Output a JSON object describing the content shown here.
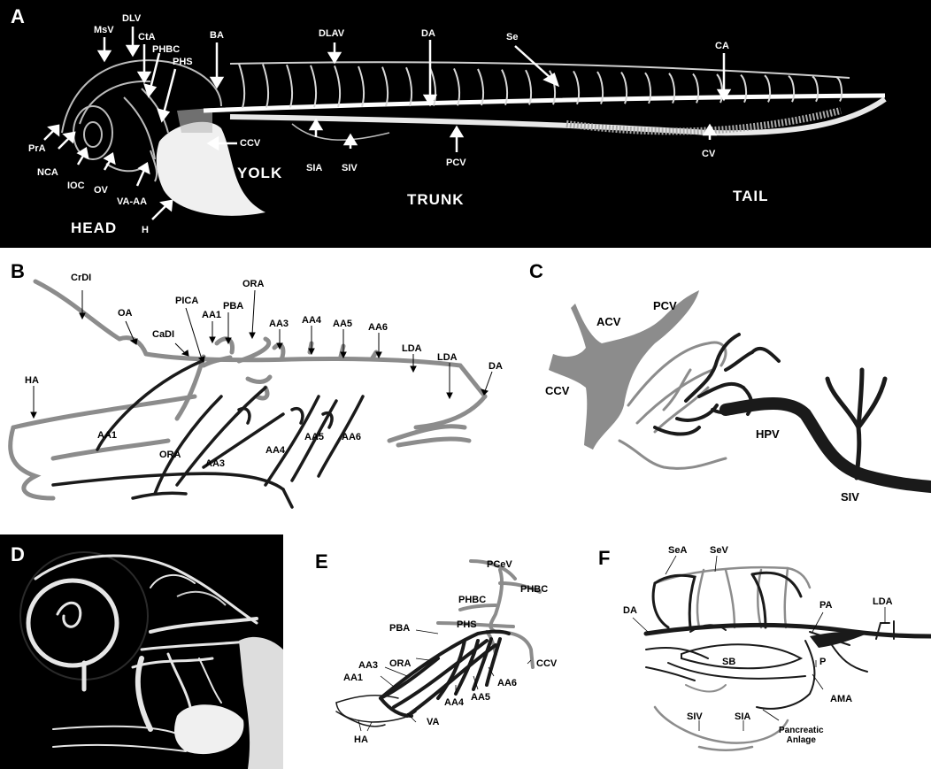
{
  "panels": {
    "a": {
      "letter": "A",
      "labels": [
        "MsV",
        "DLV",
        "CtA",
        "PHBC",
        "PHS",
        "BA",
        "DLAV",
        "DA",
        "Se",
        "CA",
        "PrA",
        "NCA",
        "IOC",
        "OV",
        "VA-AA",
        "H",
        "CCV",
        "SIA",
        "SIV",
        "PCV",
        "CV"
      ],
      "regions": [
        "YOLK",
        "HEAD",
        "TRUNK",
        "TAIL"
      ]
    },
    "b": {
      "letter": "B",
      "labels": [
        "CrDI",
        "OA",
        "CaDI",
        "PICA",
        "PBA",
        "ORA",
        "AA1",
        "AA3",
        "AA4",
        "AA5",
        "AA6",
        "LDA",
        "LDA",
        "DA",
        "HA",
        "AA1",
        "ORA",
        "AA3",
        "AA4",
        "AA5",
        "AA6"
      ]
    },
    "c": {
      "letter": "C",
      "labels": [
        "ACV",
        "PCV",
        "CCV",
        "HPV",
        "SIV"
      ]
    },
    "d": {
      "letter": "D"
    },
    "e": {
      "letter": "E",
      "labels": [
        "PCeV",
        "PHBC",
        "PHBC",
        "PHS",
        "PBA",
        "ORA",
        "AA3",
        "AA1",
        "CCV",
        "AA6",
        "AA5",
        "AA4",
        "VA",
        "HA"
      ]
    },
    "f": {
      "letter": "F",
      "labels": [
        "SeA",
        "SeV",
        "DA",
        "PA",
        "LDA",
        "SB",
        "P",
        "AMA",
        "SIV",
        "SIA",
        "Pancreatic",
        "Anlage"
      ]
    }
  },
  "colors": {
    "arterial": "#1a1a1a",
    "venous": "#8c8c8c",
    "background_dark": "#000000"
  }
}
